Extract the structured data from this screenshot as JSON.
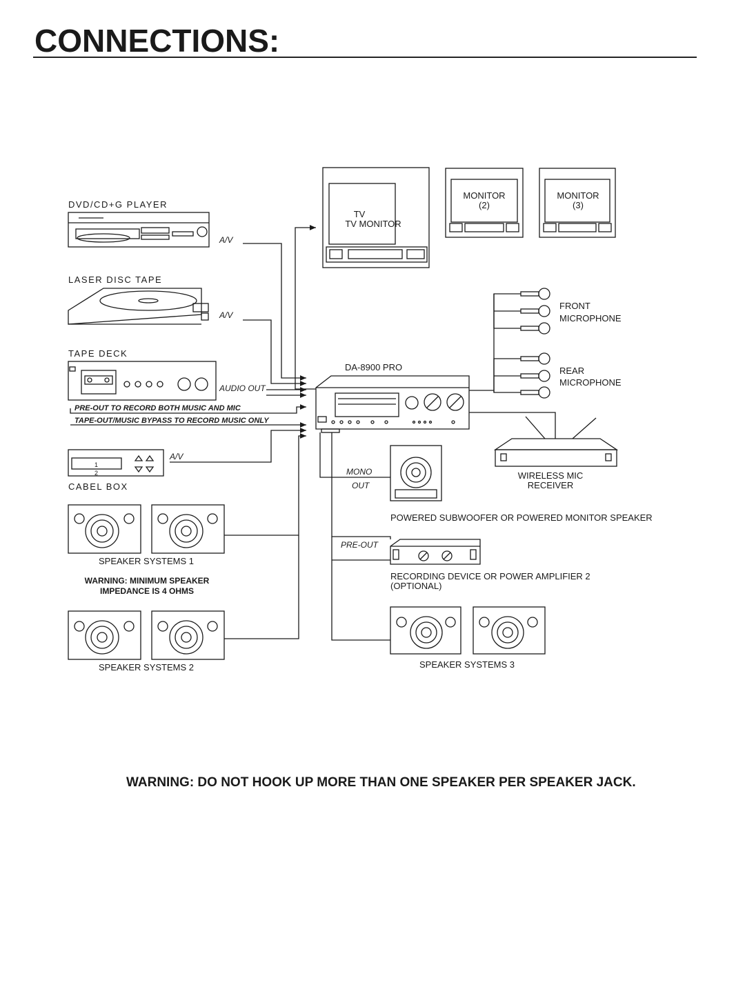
{
  "page": {
    "title": "CONNECTIONS:",
    "warning_footer": "WARNING: DO NOT HOOK UP MORE THAN ONE SPEAKER PER SPEAKER JACK."
  },
  "diagram": {
    "sources": {
      "dvd_label": "DVD/CD+G PLAYER",
      "dvd_conn": "A/V",
      "laser_label": "LASER DISC TAPE",
      "laser_conn": "A/V",
      "tape_label": "TAPE DECK",
      "tape_conn": "AUDIO OUT",
      "preout_note": "PRE-OUT TO RECORD BOTH MUSIC AND MIC",
      "tapeout_note": "TAPE-OUT/MUSIC BYPASS TO RECORD MUSIC ONLY",
      "cable_label": "CABEL BOX",
      "cable_conn": "A/V",
      "cable_ch1": "1",
      "cable_ch2": "2"
    },
    "monitors": {
      "tv": "TV MONITOR",
      "m2_line1": "MONITOR",
      "m2_line2": "(2)",
      "m3_line1": "MONITOR",
      "m3_line2": "(3)"
    },
    "amp": {
      "model": "DA-8900 PRO"
    },
    "mics": {
      "front_line1": "FRONT",
      "front_line2": "MICROPHONE",
      "rear_line1": "REAR",
      "rear_line2": "MICROPHONE",
      "wireless_line1": "WIRELESS MIC",
      "wireless_line2": "RECEIVER"
    },
    "outputs": {
      "mono_out_1": "MONO",
      "mono_out_2": "OUT",
      "subwoofer": "POWERED SUBWOOFER OR POWERED MONITOR SPEAKER",
      "pre_out": "PRE-OUT",
      "recording_line1": "RECORDING DEVICE OR POWER AMPLIFIER 2",
      "recording_line2": "(OPTIONAL)"
    },
    "speakers": {
      "sys1": "SPEAKER SYSTEMS 1",
      "sys2": "SPEAKER SYSTEMS 2",
      "sys3": "SPEAKER SYSTEMS 3",
      "warn_line1": "WARNING: MINIMUM SPEAKER",
      "warn_line2": "IMPEDANCE IS 4 OHMS"
    }
  }
}
